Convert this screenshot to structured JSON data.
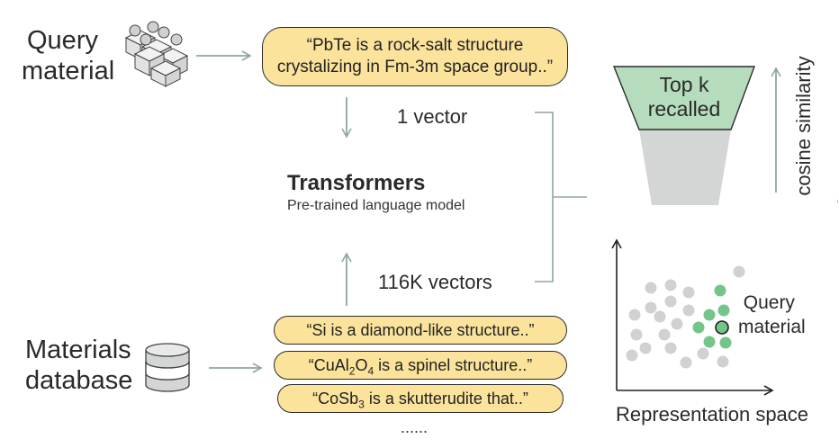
{
  "query_label": [
    "Query",
    "material"
  ],
  "query_text": [
    "“PbTe is a rock-salt structure",
    "crystalizing in Fm-3m space group..”"
  ],
  "one_vector": "1 vector",
  "transformers": {
    "title": "Transformers",
    "subtitle": "Pre-trained language model"
  },
  "many_vectors": "116K vectors",
  "database_label": [
    "Materials",
    "database"
  ],
  "db_items": [
    {
      "pre": "“Si is a diamond-like structure..”",
      "sub": "",
      "post": ""
    },
    {
      "pre": "“CuAl",
      "sub": "2",
      "mid": "O",
      "sub2": "4",
      "post": " is a spinel structure..”"
    },
    {
      "pre": "“CoSb",
      "sub": "3",
      "post": " is a skutterudite that..”"
    }
  ],
  "ellipsis": "......",
  "funnel_label": [
    "Top k",
    "recalled"
  ],
  "cosine_label": "cosine similarity",
  "scatter_query_label": [
    "Query",
    "material"
  ],
  "scatter_axis_label": "Representation space",
  "colors": {
    "pill": "#fbe39c",
    "funnel_top": "#b5dcbd",
    "funnel_bottom": "#d3d6d5",
    "grey_dot": "#cfd2d1",
    "green_dot": "#74c58a",
    "arrow": "#8fa79c"
  }
}
